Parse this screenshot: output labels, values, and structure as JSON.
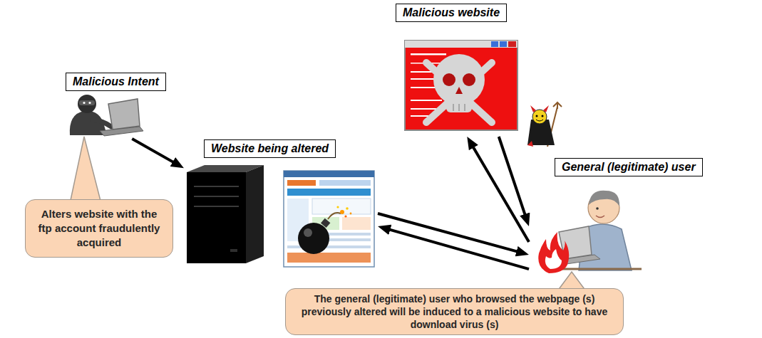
{
  "diagram": {
    "nodes": [
      {
        "text": [
          "Malicious Intent"
        ]
      },
      {
        "text": [
          "Website being altered"
        ]
      },
      {
        "text": [
          "Malicious website"
        ]
      },
      {
        "text": [
          "General (legitimate) user"
        ]
      },
      {
        "text": [
          "Alters website with the ftp account fraudulently acquired"
        ]
      },
      {
        "text": [
          "The general (legitimate) user who browsed the webpage (s) previously altered will be induced to a malicious website to have download virus (s)"
        ]
      }
    ],
    "edges": [
      {
        "from": 0,
        "to": 1,
        "arrow": "to"
      },
      {
        "from": 1,
        "to": 3,
        "arrow": "to"
      },
      {
        "from": 3,
        "to": 1,
        "arrow": "to"
      },
      {
        "from": 2,
        "to": 3,
        "arrow": "to"
      },
      {
        "from": 3,
        "to": 2,
        "arrow": "to"
      }
    ]
  }
}
